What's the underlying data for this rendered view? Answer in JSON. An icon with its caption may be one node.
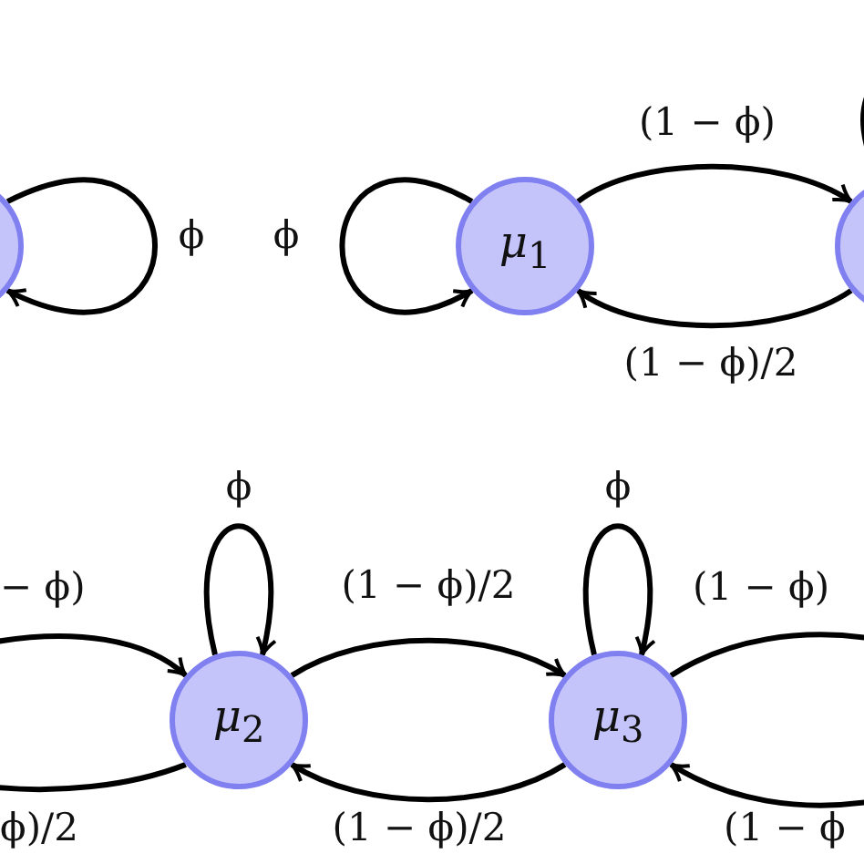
{
  "diagram": {
    "nodes": [
      {
        "text": [],
        "shape": "circle"
      },
      {
        "text": [
          "*μ*$_{1}$"
        ]
      },
      {
        "text": [],
        "shape": "circle"
      },
      {
        "text": [
          "*μ*$_{2}$"
        ]
      },
      {
        "text": [
          "*μ*$_{3}$"
        ]
      }
    ],
    "edges": [
      {
        "from": 0,
        "to": 0,
        "arrow": "to",
        "label": "ϕ"
      },
      {
        "from": 1,
        "to": 1,
        "arrow": "to",
        "label": "ϕ"
      },
      {
        "from": 1,
        "to": 2,
        "arrow": "to",
        "label": "(1 − ϕ)"
      },
      {
        "from": 2,
        "to": 1,
        "arrow": "to",
        "label": "(1 − ϕ)/2"
      },
      {
        "from": 2,
        "to": 2,
        "arrow": "to"
      },
      {
        "from": null,
        "to": 3,
        "arrow": "to",
        "label": "− ϕ)"
      },
      {
        "from": 3,
        "to": null,
        "arrow": "none",
        "label": "ϕ)/2"
      },
      {
        "from": 3,
        "to": 3,
        "arrow": "to",
        "label": "ϕ"
      },
      {
        "from": 3,
        "to": 4,
        "arrow": "to",
        "label": "(1 − ϕ)/2"
      },
      {
        "from": 4,
        "to": 3,
        "arrow": "to",
        "label": "(1 − ϕ)/2"
      },
      {
        "from": 4,
        "to": 4,
        "arrow": "to",
        "label": "ϕ"
      },
      {
        "from": 4,
        "to": null,
        "arrow": "none",
        "label": "(1 − ϕ)"
      },
      {
        "from": null,
        "to": 4,
        "arrow": "to",
        "label": "(1 − ϕ"
      }
    ]
  }
}
